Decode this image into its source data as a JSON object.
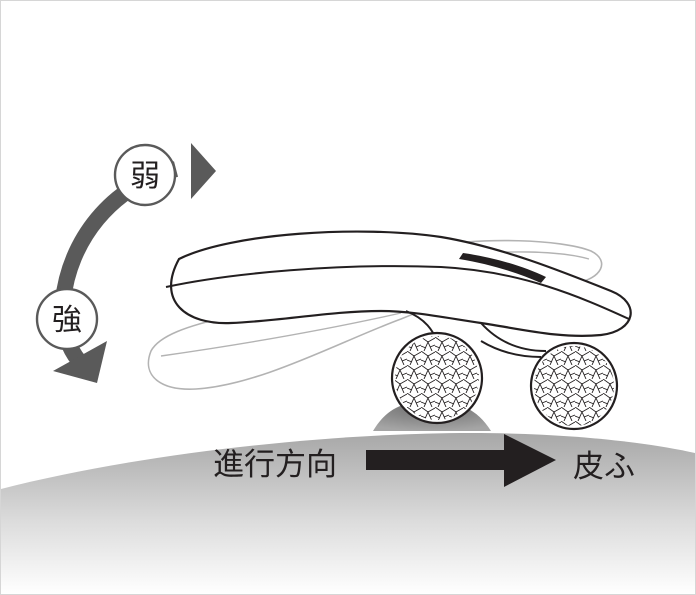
{
  "labels": {
    "weak": "弱",
    "strong": "強",
    "direction": "進行方向",
    "skin": "皮ふ"
  },
  "colors": {
    "arrow_gray": "#5a5a5a",
    "direction_arrow": "#231f20",
    "outline": "#231f20",
    "ghost_outline": "#b3b3b3",
    "skin_gradient_top": "#a9a9a9",
    "skin_gradient_bottom": "#ffffff"
  }
}
